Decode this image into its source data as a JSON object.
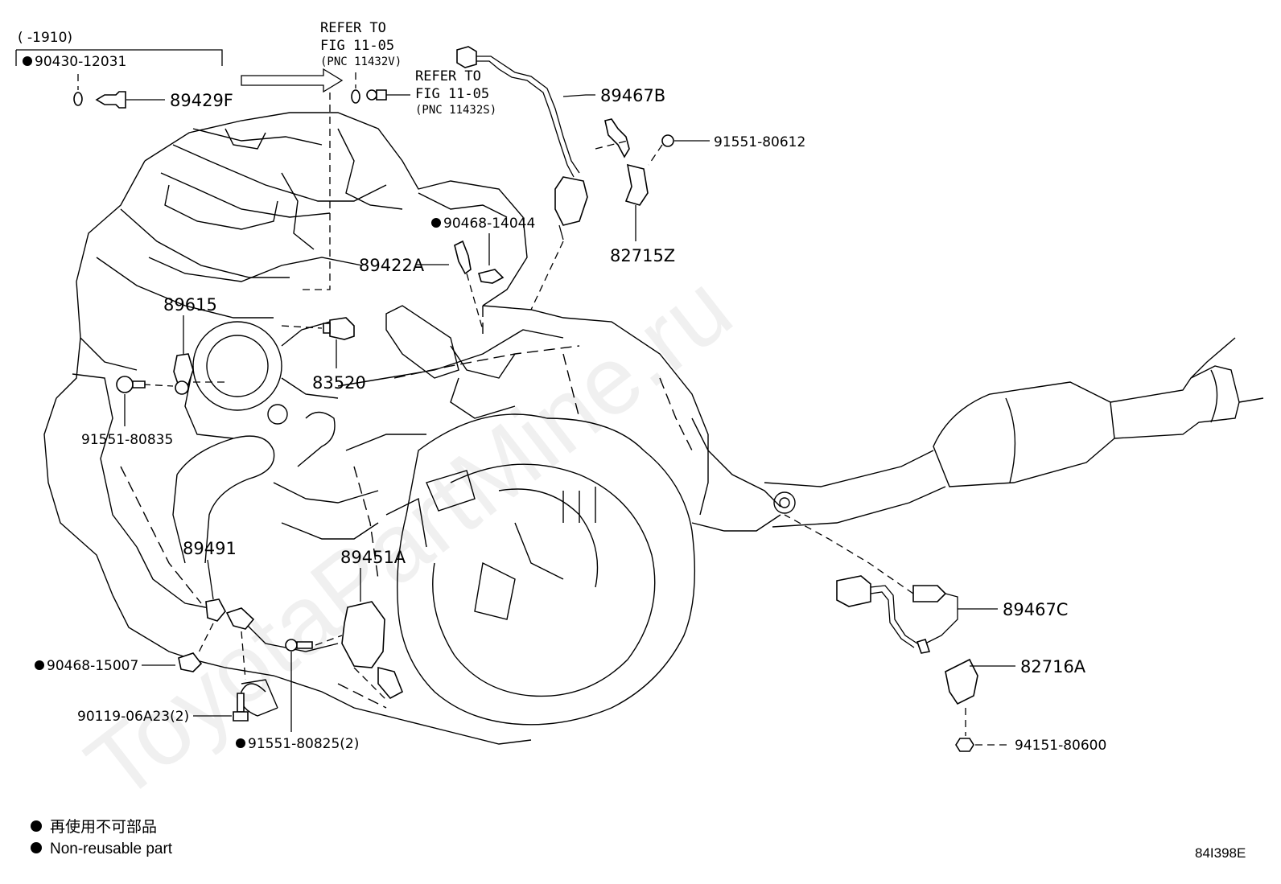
{
  "header": {
    "date_range": "(      -1910)",
    "bracket_part": "90430-12031"
  },
  "refer": {
    "a_line1": "REFER TO",
    "a_line2": "FIG 11-05",
    "a_line3": "(PNC 11432V)",
    "b_line1": "REFER TO",
    "b_line2": "FIG 11-05",
    "b_line3": "(PNC 11432S)"
  },
  "callouts": {
    "p89429F": "89429F",
    "p89467B": "89467B",
    "p91551_80612": "91551-80612",
    "p82715Z": "82715Z",
    "p90468_14044": "90468-14044",
    "p89422A": "89422A",
    "p89615": "89615",
    "p83520": "83520",
    "p91551_80835": "91551-80835",
    "p89491": "89491",
    "p89451A": "89451A",
    "p90468_15007": "90468-15007",
    "p90119_06A23": "90119-06A23(2)",
    "p91551_80825": "91551-80825(2)",
    "p89467C": "89467C",
    "p82716A": "82716A",
    "p94151_80600": "94151-80600"
  },
  "legend": {
    "jp": "再使用不可部品",
    "en": "Non-reusable part"
  },
  "watermark": "ToyotaPartMine.ru",
  "diagram_code": "84I398E"
}
